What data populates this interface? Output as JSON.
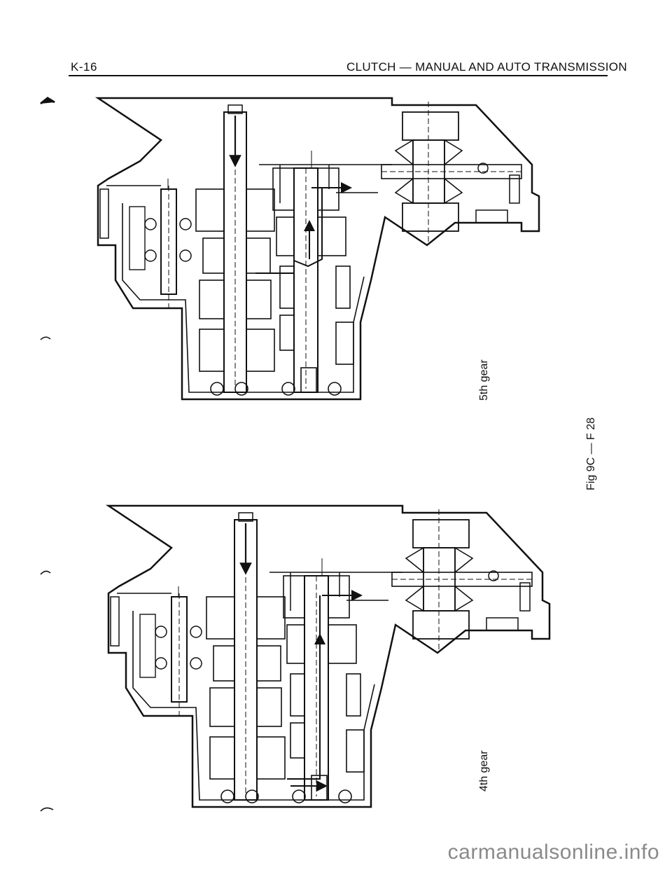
{
  "header": {
    "page_number": "K-16",
    "title": "CLUTCH — MANUAL AND AUTO TRANSMISSION"
  },
  "figures": [
    {
      "caption": "5th gear"
    },
    {
      "caption": "4th gear"
    }
  ],
  "figure_reference": "Fig 9C — F 28",
  "watermark": "carmanualsonline.info"
}
